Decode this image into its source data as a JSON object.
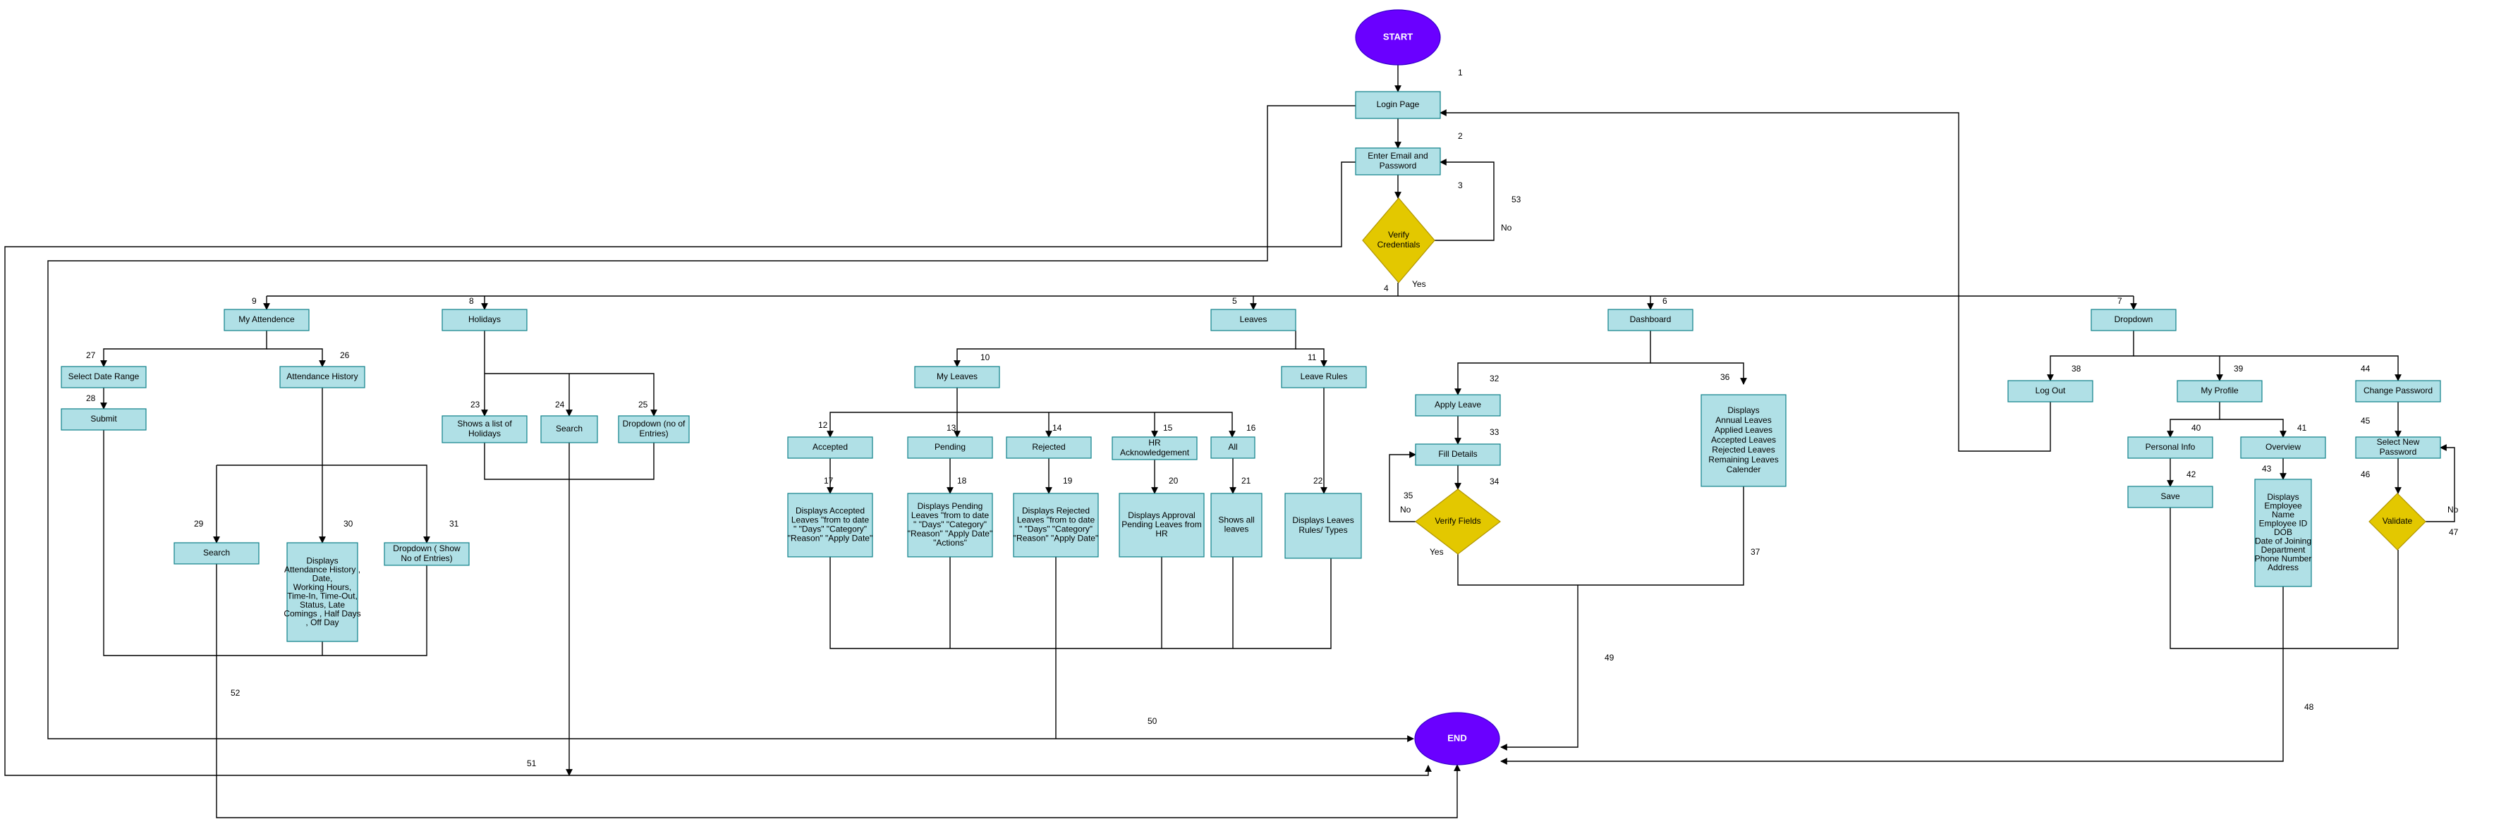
{
  "colors": {
    "box_fill": "#b0e0e6",
    "box_stroke": "#0e8088",
    "terminal_fill": "#6a00ff",
    "terminal_stroke": "#3700cc",
    "decision_fill": "#e3c800",
    "decision_stroke": "#b09500",
    "line": "#000000"
  },
  "nodes": {
    "start": "START",
    "end": "END",
    "login_page": "Login Page",
    "enter_email": "Enter Email and|Password",
    "verify_credentials": "Verify|Credentials",
    "my_attendence": "My Attendence",
    "holidays": "Holidays",
    "leaves": "Leaves",
    "dashboard": "Dashboard",
    "dropdown": "Dropdown",
    "select_date_range": "Select Date Range",
    "attendance_history": "Attendance History",
    "submit": "Submit",
    "search_attendance": "Search",
    "attendance_details": "Displays|Attendance History ,|Date,|Working Hours,|Time-In, Time-Out,|Status, Late|Comings , Half Days|, Off Day",
    "dropdown_show_entries": "Dropdown ( Show|No of Entries)",
    "list_of_holidays": "Shows a list of|Holidays",
    "search_holidays": "Search",
    "dropdown_no_entries": "Dropdown (no of|Entries)",
    "my_leaves": "My Leaves",
    "leave_rules": "Leave Rules",
    "accepted": "Accepted",
    "pending": "Pending",
    "rejected": "Rejected",
    "hr_ack": "HR|Acknowledgement",
    "all": "All",
    "accepted_details": "Displays Accepted|Leaves \"from to date|\" \"Days\" \"Category\"|\"Reason\" \"Apply Date\"",
    "pending_details": "Displays Pending|Leaves \"from to date|\" \"Days\" \"Category\"|\"Reason\" \"Apply Date\"|\"Actions\"",
    "rejected_details": "Displays Rejected|Leaves \"from to date|\" \"Days\" \"Category\"|\"Reason\" \"Apply Date\"",
    "hr_details": "Displays Approval|Pending Leaves from|HR",
    "all_details": "Shows all|leaves",
    "rules_details": "Displays Leaves|Rules/ Types",
    "apply_leave": "Apply Leave",
    "fill_details": "Fill Details",
    "verify_fields": "Verify Fields",
    "dashboard_details": "Displays|Annual Leaves|Applied Leaves|Accepted Leaves|Rejected Leaves|Remaining Leaves|Calender",
    "log_out": "Log Out",
    "my_profile": "My Profile",
    "change_password": "Change Password",
    "personal_info": "Personal Info",
    "overview": "Overview",
    "save": "Save",
    "overview_details": "Displays|Employee|Name|Employee ID|DOB|Date of Joining|Department|Phone Number|Address",
    "select_new_password": "Select New|Password",
    "validate": "Validate"
  },
  "labels": {
    "yes": "Yes",
    "no": "No"
  },
  "edge_numbers": [
    "1",
    "2",
    "3",
    "4",
    "5",
    "6",
    "7",
    "8",
    "9",
    "10",
    "11",
    "12",
    "13",
    "14",
    "15",
    "16",
    "17",
    "18",
    "19",
    "20",
    "21",
    "22",
    "23",
    "24",
    "25",
    "26",
    "27",
    "28",
    "29",
    "30",
    "31",
    "32",
    "33",
    "34",
    "35",
    "36",
    "37",
    "38",
    "39",
    "40",
    "41",
    "42",
    "43",
    "44",
    "45",
    "46",
    "47",
    "48",
    "49",
    "50",
    "51",
    "52",
    "53"
  ]
}
